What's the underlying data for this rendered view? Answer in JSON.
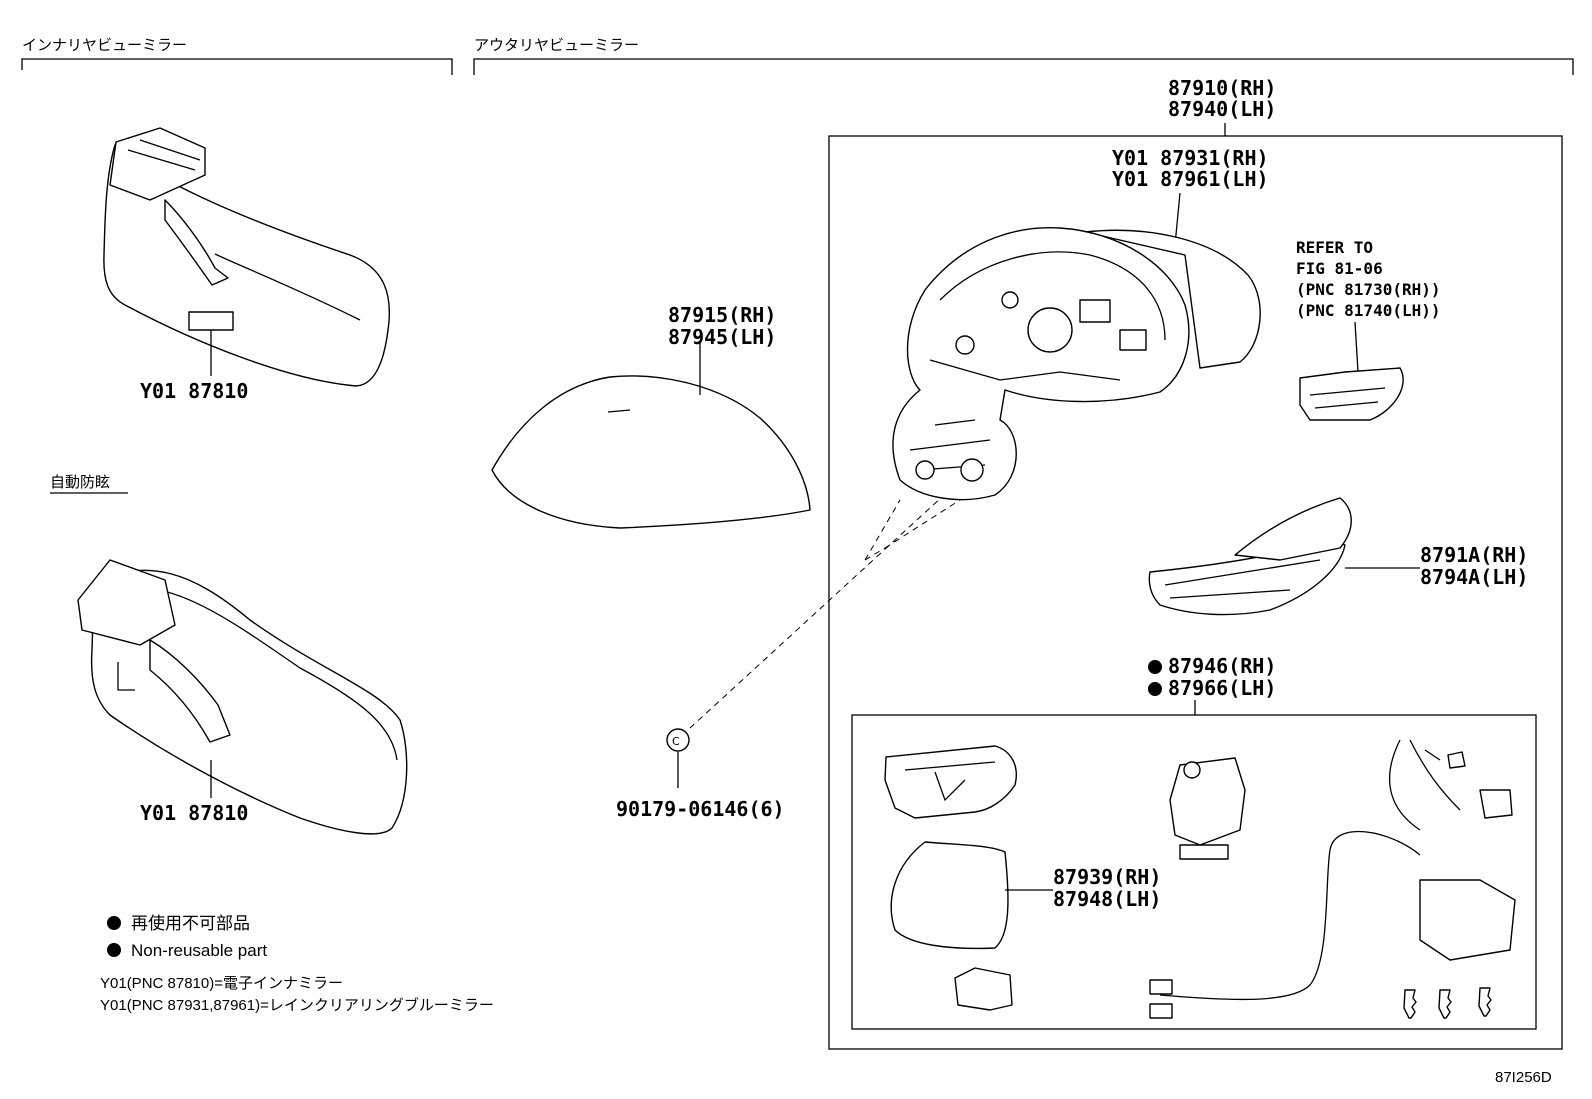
{
  "sections": {
    "inner": "インナリヤビューミラー",
    "outer": "アウタリヤビューミラー",
    "auto_dimming": "自動防眩"
  },
  "labels": {
    "inner_mirror_1": "Y01 87810",
    "inner_mirror_2": "Y01 87810",
    "cover_rh": "87915(RH)",
    "cover_lh": "87945(LH)",
    "clip": "90179-06146(6)",
    "outer_assy_rh": "87910(RH)",
    "outer_assy_lh": "87940(LH)",
    "housing_rh": "Y01 87931(RH)",
    "housing_lh": "Y01 87961(LH)",
    "refer_1": "REFER TO",
    "refer_2": "FIG 81-06",
    "refer_3": "(PNC 81730(RH))",
    "refer_4": "(PNC 81740(LH))",
    "lamp_rh": "8791A(RH)",
    "lamp_lh": "8794A(LH)",
    "motor_rh": "87946(RH)",
    "motor_lh": "87966(LH)",
    "glass_rh": "87939(RH)",
    "glass_lh": "87948(LH)"
  },
  "legend": {
    "nonreusable_jp": "再使用不可部品",
    "nonreusable_en": "Non-reusable part",
    "note1": "Y01(PNC 87810)=電子インナミラー",
    "note2": "Y01(PNC 87931,87961)=レインクリアリングブルーミラー"
  },
  "figure_id": "87I256D",
  "icons": [
    "bullet-icon"
  ]
}
